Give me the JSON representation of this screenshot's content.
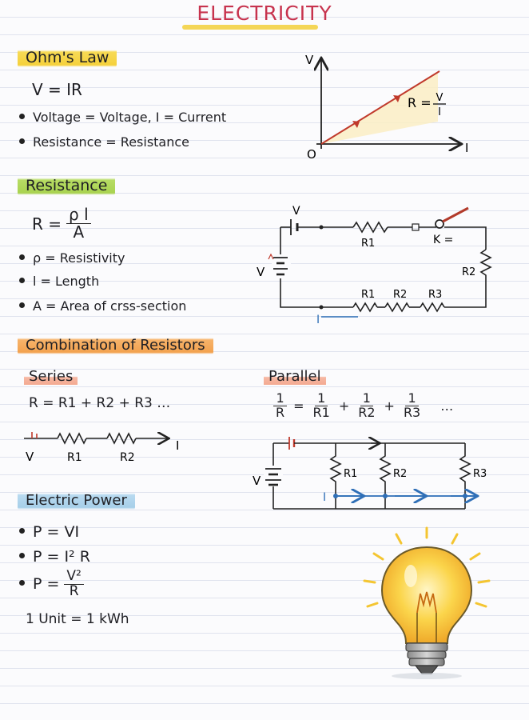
{
  "title": "ELECTRICITY",
  "ohms_law": {
    "heading": "Ohm's Law",
    "formula": "V = IR",
    "bullets": [
      "Voltage = Voltage, I = Current",
      "Resistance = Resistance"
    ],
    "graph": {
      "y_axis": "V",
      "x_axis": "I",
      "origin": "O",
      "slope_left": "R =",
      "slope_num": "V",
      "slope_den": "I"
    }
  },
  "resistance": {
    "heading": "Resistance",
    "formula_left": "R =",
    "formula_num": "ρ l",
    "formula_den": "A",
    "bullets": [
      "ρ = Resistivity",
      "l = Length",
      "A = Area of crss-section"
    ],
    "circuit": {
      "v_top": "V",
      "v_left": "V",
      "r1_top": "R1",
      "key": "K =",
      "r2_side": "R2",
      "r1_bottom": "R1",
      "r2_bottom": "R2",
      "r3_bottom": "R3",
      "current": "I"
    }
  },
  "combination": {
    "heading": "Combination of Resistors",
    "series": {
      "heading": "Series",
      "formula": "R = R1 + R2 + R3 …",
      "diagram": {
        "v": "V",
        "r1": "R1",
        "r2": "R2",
        "i": "I"
      }
    },
    "parallel": {
      "heading": "Parallel",
      "terms": [
        {
          "num": "1",
          "den": "R"
        },
        {
          "num": "1",
          "den": "R1"
        },
        {
          "num": "1",
          "den": "R2"
        },
        {
          "num": "1",
          "den": "R3"
        }
      ],
      "ops": [
        "=",
        "+",
        "+"
      ],
      "ellipsis": "…",
      "diagram": {
        "v": "V",
        "i": "I",
        "r1": "R1",
        "r2": "R2",
        "r3": "R3"
      }
    }
  },
  "power": {
    "heading": "Electric Power",
    "formulas": [
      {
        "text": "P = VI"
      },
      {
        "text": "P = I² R"
      },
      {
        "left": "P =",
        "num": "V²",
        "den": "R"
      }
    ],
    "unit": "1 Unit = 1 kWh"
  },
  "colors": {
    "title": "#c7334e",
    "accent_yellow": "#f5d13c",
    "accent_green": "#a9d350",
    "accent_orange": "#f3a24f",
    "accent_blue": "#a7cfe9",
    "graph_line": "#c0392b",
    "current_blue": "#2f6fb7"
  },
  "icons": [
    "light-bulb-icon"
  ]
}
